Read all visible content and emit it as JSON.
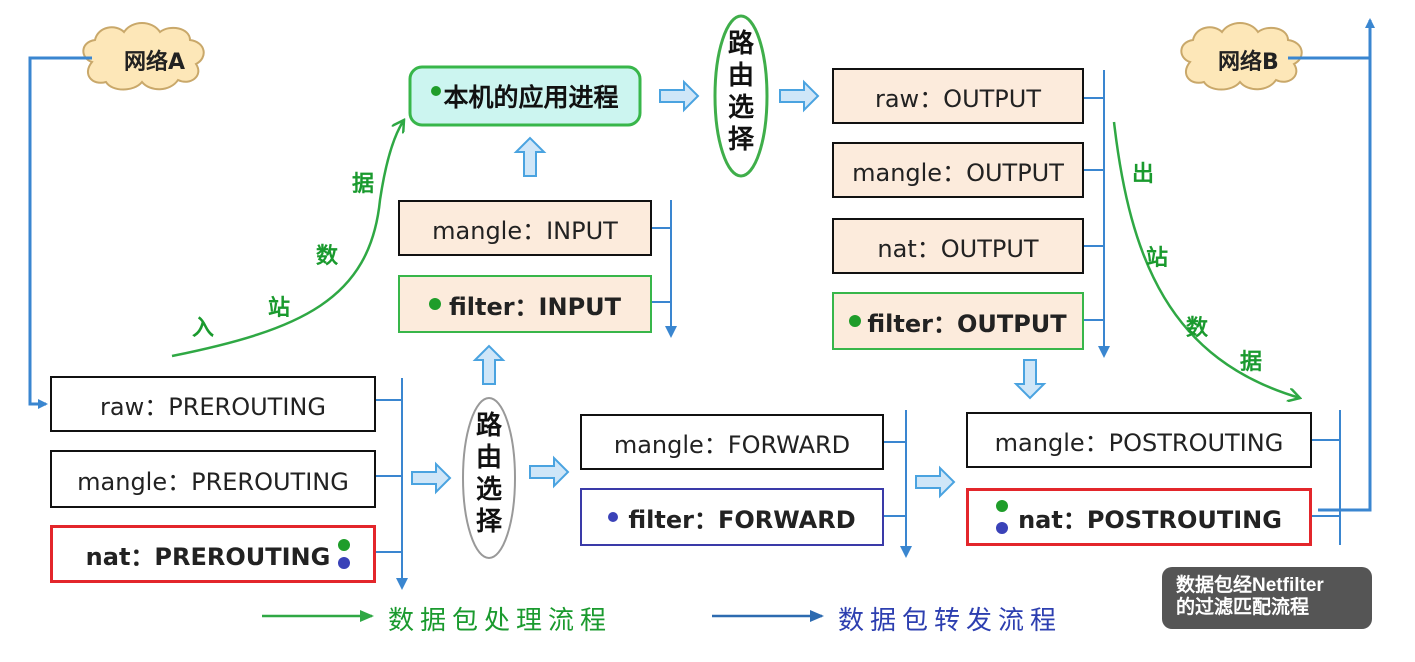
{
  "networks": {
    "a": "网络A",
    "b": "网络B"
  },
  "local_process": "本机的应用进程",
  "routing": [
    "路",
    "由",
    "选",
    "择"
  ],
  "prerouting": {
    "raw": "raw：PREROUTING",
    "mangle": "mangle：PREROUTING",
    "nat": "nat：PREROUTING"
  },
  "input": {
    "mangle": "mangle：INPUT",
    "filter": "filter：INPUT"
  },
  "forward": {
    "mangle": "mangle：FORWARD",
    "filter": "filter：FORWARD"
  },
  "output": {
    "raw": "raw：OUTPUT",
    "mangle": "mangle：OUTPUT",
    "nat": "nat：OUTPUT",
    "filter": "filter：OUTPUT"
  },
  "postrouting": {
    "mangle": "mangle：POSTROUTING",
    "nat": "nat：POSTROUTING"
  },
  "inbound_label": [
    "入",
    "站",
    "数",
    "据"
  ],
  "outbound_label": [
    "出",
    "站",
    "数",
    "据"
  ],
  "legend": {
    "green": "数据包处理流程",
    "blue": "数据包转发流程"
  },
  "badge": {
    "line1": "数据包经Netfilter",
    "line2": "的过滤匹配流程"
  },
  "colors": {
    "peach": "#fcebdc",
    "process_fill": "#ccf5f0",
    "green": "#38b64a",
    "red": "#e3262b",
    "blue_line": "#3a86d0",
    "dark_blue": "#3a3aa8",
    "cloud": "#fde7b8",
    "hollow_arrow": "#4aa3e0"
  }
}
